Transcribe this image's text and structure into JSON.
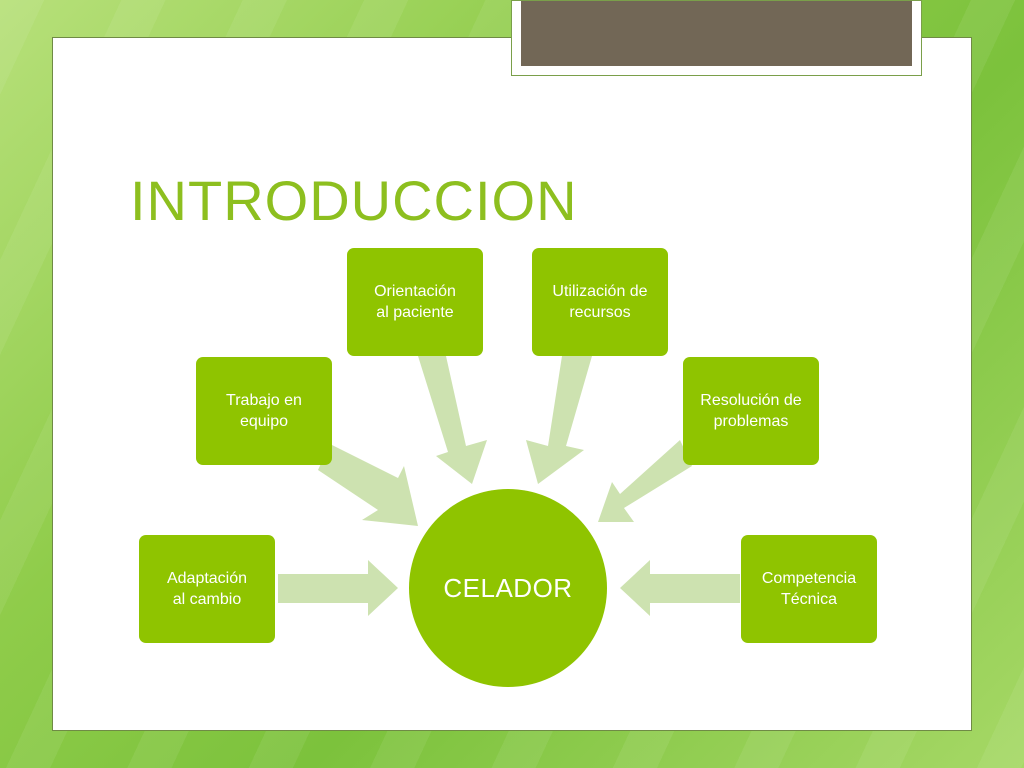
{
  "slide": {
    "title": "INTRODUCCION"
  },
  "diagram": {
    "center_label": "CELADOR",
    "nodes": [
      {
        "label": "Adaptación\nal cambio"
      },
      {
        "label": "Trabajo en\nequipo"
      },
      {
        "label": "Orientación\nal paciente"
      },
      {
        "label": "Utilización de\nrecursos"
      },
      {
        "label": "Resolución de\nproblemas"
      },
      {
        "label": "Competencia\nTécnica"
      }
    ]
  },
  "colors": {
    "node_fill": "#8fc400",
    "arrow_fill": "#cde2b0",
    "title_color": "#8dbf1f",
    "tab_color": "#726756"
  }
}
